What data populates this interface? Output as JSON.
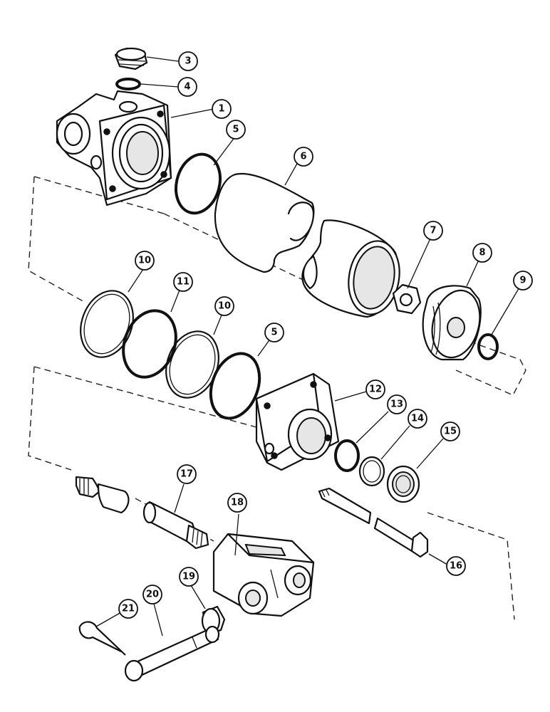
{
  "callouts": [
    {
      "id": "c1",
      "label": "1"
    },
    {
      "id": "c3",
      "label": "3"
    },
    {
      "id": "c4",
      "label": "4"
    },
    {
      "id": "c5a",
      "label": "5"
    },
    {
      "id": "c6",
      "label": "6"
    },
    {
      "id": "c7",
      "label": "7"
    },
    {
      "id": "c8",
      "label": "8"
    },
    {
      "id": "c9",
      "label": "9"
    },
    {
      "id": "c10a",
      "label": "10"
    },
    {
      "id": "c11",
      "label": "11"
    },
    {
      "id": "c10b",
      "label": "10"
    },
    {
      "id": "c5b",
      "label": "5"
    },
    {
      "id": "c12",
      "label": "12"
    },
    {
      "id": "c13",
      "label": "13"
    },
    {
      "id": "c14",
      "label": "14"
    },
    {
      "id": "c15",
      "label": "15"
    },
    {
      "id": "c16",
      "label": "16"
    },
    {
      "id": "c17",
      "label": "17"
    },
    {
      "id": "c18",
      "label": "18"
    },
    {
      "id": "c19",
      "label": "19"
    },
    {
      "id": "c20",
      "label": "20"
    },
    {
      "id": "c21",
      "label": "21"
    }
  ]
}
